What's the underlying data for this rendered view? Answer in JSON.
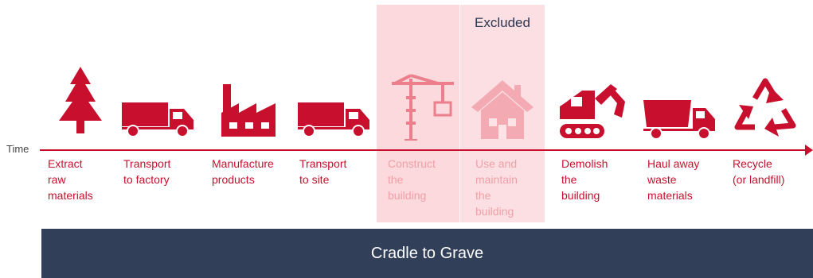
{
  "excluded_label": "Excluded",
  "time_label": "Time",
  "footer_title": "Cradle to Grave",
  "colors": {
    "red": "#c8102e",
    "faded_red": "#f0a0a8",
    "band": "#fbd9dc",
    "footer": "#323f58"
  },
  "stages": [
    {
      "label": "Extract\nraw\nmaterials",
      "icon": "tree-icon",
      "excluded": false
    },
    {
      "label": "Transport\nto factory",
      "icon": "truck-icon",
      "excluded": false
    },
    {
      "label": "Manufacture\nproducts",
      "icon": "factory-icon",
      "excluded": false
    },
    {
      "label": "Transport\nto site",
      "icon": "truck-icon",
      "excluded": false
    },
    {
      "label": "Construct\nthe\nbuilding",
      "icon": "crane-icon",
      "excluded": true
    },
    {
      "label": "Use and\nmaintain\nthe\nbuilding",
      "icon": "house-icon",
      "excluded": true
    },
    {
      "label": "Demolish\nthe\nbuilding",
      "icon": "excavator-icon",
      "excluded": false
    },
    {
      "label": "Haul away\nwaste\nmaterials",
      "icon": "dump-truck-icon",
      "excluded": false
    },
    {
      "label": "Recycle\n(or landfill)",
      "icon": "recycle-icon",
      "excluded": false
    }
  ]
}
